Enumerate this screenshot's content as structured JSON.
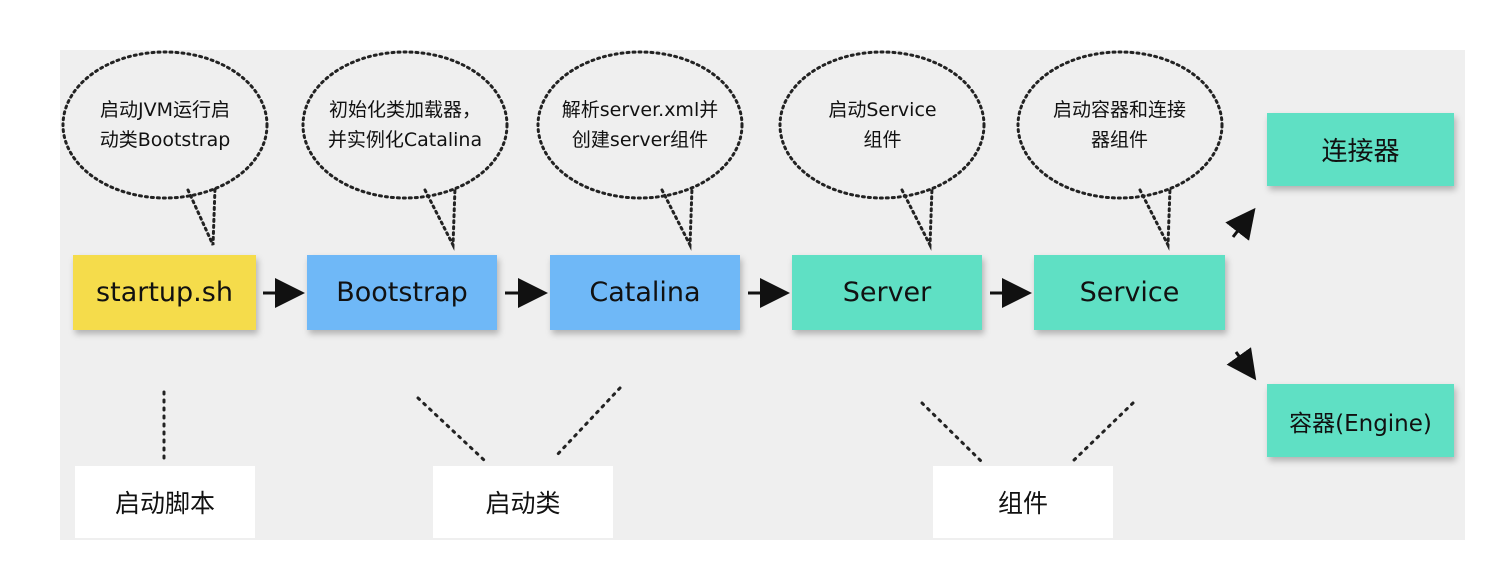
{
  "bubbles": [
    {
      "text": "启动JVM运行启\n动类Bootstrap"
    },
    {
      "text": "初始化类加载器，\n并实例化Catalina"
    },
    {
      "text": "解析server.xml并\n创建server组件"
    },
    {
      "text": "启动Service\n组件"
    },
    {
      "text": "启动容器和连接\n器组件"
    }
  ],
  "nodes": [
    {
      "label": "startup.sh",
      "color": "#f5dc4b"
    },
    {
      "label": "Bootstrap",
      "color": "#6fb8f7"
    },
    {
      "label": "Catalina",
      "color": "#6fb8f7"
    },
    {
      "label": "Server",
      "color": "#5fe0c4"
    },
    {
      "label": "Service",
      "color": "#5fe0c4"
    },
    {
      "label": "连接器",
      "color": "#5fe0c4"
    },
    {
      "label": "容器(Engine)",
      "color": "#5fe0c4"
    }
  ],
  "categories": [
    {
      "label": "启动脚本"
    },
    {
      "label": "启动类"
    },
    {
      "label": "组件"
    }
  ]
}
